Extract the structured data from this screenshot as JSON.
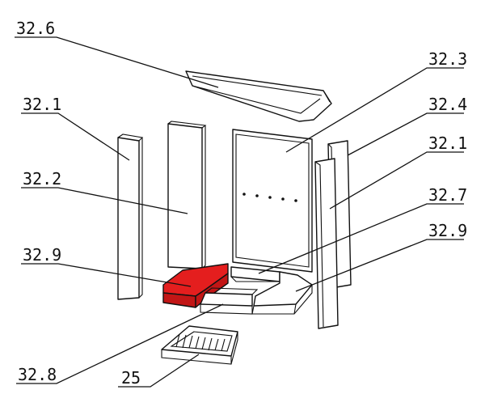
{
  "labels": {
    "top_plate": "32.6",
    "left_outer_side": "32.1",
    "left_inner_side": "32.2",
    "back_wall": "32.3",
    "right_side_back": "32.4",
    "right_outer_side": "32.1",
    "floor_center": "32.7",
    "floor_left": "32.9",
    "floor_right": "32.9",
    "floor_front": "32.8",
    "ash_grate": "25"
  },
  "colors": {
    "highlight": "#e41e1e",
    "line": "#111111",
    "background": "#ffffff"
  }
}
